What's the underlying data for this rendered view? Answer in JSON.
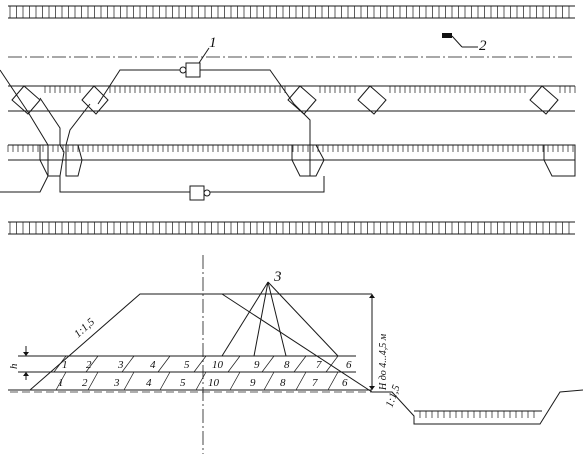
{
  "callouts": {
    "c1": "1",
    "c2": "2",
    "c3": "3"
  },
  "section": {
    "slope_left": "1:1,5",
    "slope_right": "1:1,5",
    "height_label": "h",
    "depth_label": "H до 4...4,5 м",
    "upper_row": [
      "1",
      "2",
      "3",
      "4",
      "5",
      "10",
      "9",
      "8",
      "7",
      "6"
    ],
    "lower_row": [
      "1",
      "2",
      "3",
      "4",
      "5",
      "10",
      "9",
      "8",
      "7",
      "6"
    ]
  }
}
